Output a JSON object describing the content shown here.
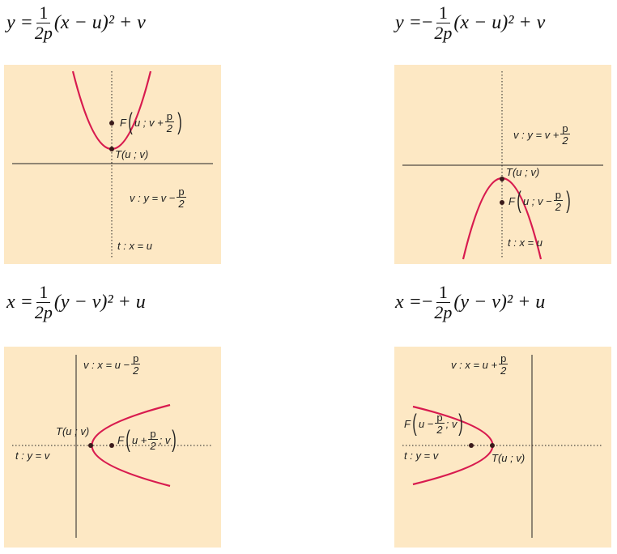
{
  "formulas": [
    {
      "prefix": "y =",
      "sign": "",
      "num": "1",
      "den": "2p",
      "rest": "(x − u)² + v"
    },
    {
      "prefix": "y =",
      "sign": "−",
      "num": "1",
      "den": "2p",
      "rest": "(x − u)² + v"
    },
    {
      "prefix": "x =",
      "sign": "",
      "num": "1",
      "den": "2p",
      "rest": "(y − v)² + u"
    },
    {
      "prefix": "x =",
      "sign": "−",
      "num": "1",
      "den": "2p",
      "rest": "(y − v)² + u"
    }
  ],
  "colors": {
    "panel_bg": "#fde8c4",
    "curve": "#d81b4f",
    "point": "#3a1a1a",
    "axis": "#222222"
  },
  "p1": {
    "focus": {
      "pre": "F",
      "a": "u ; v +",
      "num": "p",
      "den": "2",
      "b": ""
    },
    "vertex": "T(u ; v)",
    "directrix": {
      "pre": "v : y = v −",
      "num": "p",
      "den": "2"
    },
    "axis": "t : x = u"
  },
  "p2": {
    "directrix": {
      "pre": "v : y = v +",
      "num": "p",
      "den": "2"
    },
    "vertex": "T(u ; v)",
    "focus": {
      "pre": "F",
      "a": "u ; v −",
      "num": "p",
      "den": "2",
      "b": ""
    },
    "axis": "t : x = u"
  },
  "p3": {
    "directrix": {
      "pre": "v : x = u −",
      "num": "p",
      "den": "2"
    },
    "vertex": "T(u ; v)",
    "focus": {
      "pre": "F",
      "a": "u +",
      "num": "p",
      "den": "2",
      "b": "; v"
    },
    "axis": "t : y = v"
  },
  "p4": {
    "directrix": {
      "pre": "v : x = u +",
      "num": "p",
      "den": "2"
    },
    "focus": {
      "pre": "F",
      "a": "u −",
      "num": "p",
      "den": "2",
      "b": "; v"
    },
    "vertex": "T(u ; v)",
    "axis": "t : y = v"
  }
}
